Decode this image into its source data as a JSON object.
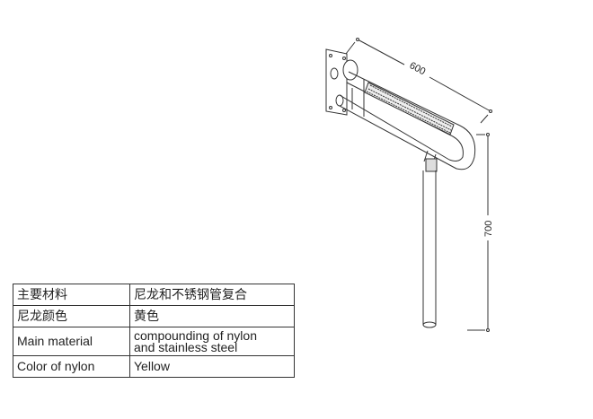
{
  "dimensions": {
    "length": "600",
    "height": "700"
  },
  "spec_table": {
    "rows": [
      {
        "label": "主要材料",
        "value": "尼龙和不锈钢管复合"
      },
      {
        "label": "尼龙颜色",
        "value": "黄色"
      },
      {
        "label": "Main material",
        "value_lines": [
          "compounding of nylon",
          "and stainless steel"
        ]
      },
      {
        "label": "Color of nylon",
        "value": "Yellow"
      }
    ]
  }
}
